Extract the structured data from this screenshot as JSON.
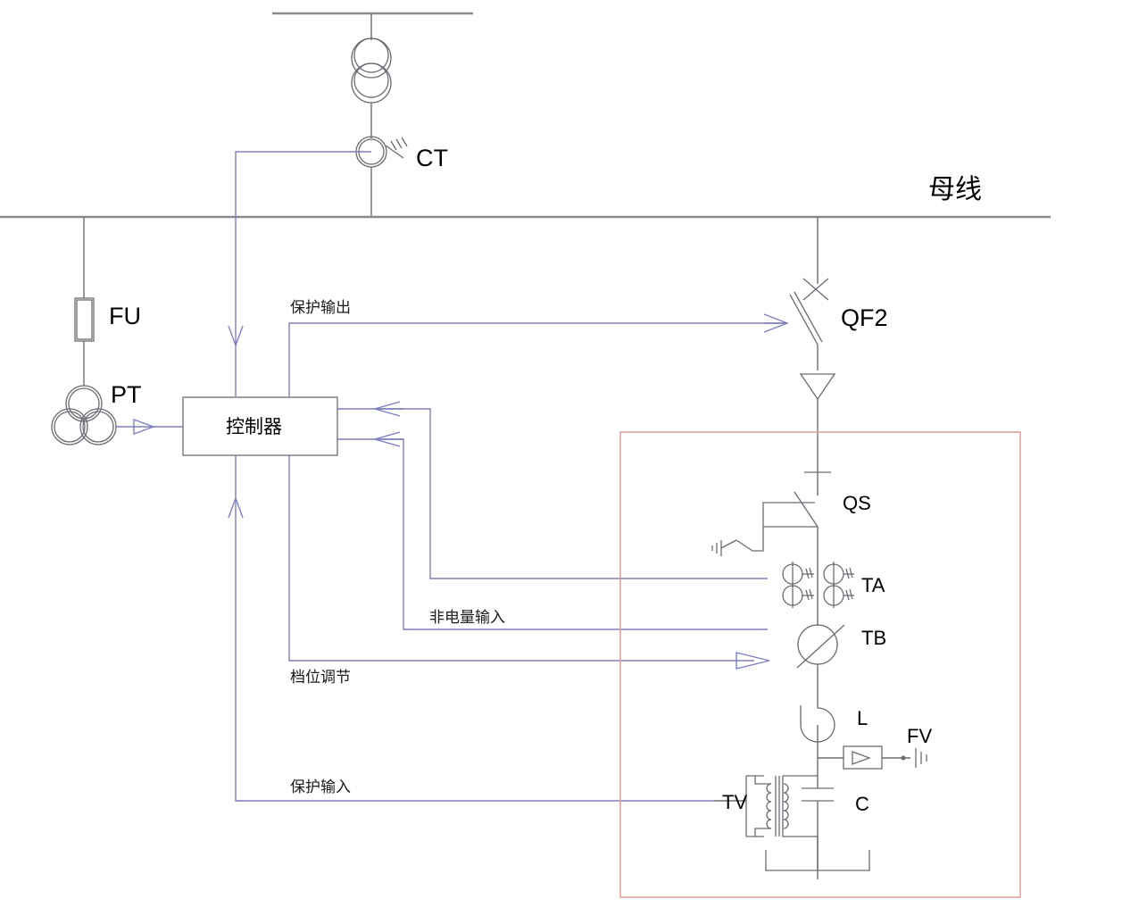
{
  "diagram": {
    "title_label": "母线",
    "controller": {
      "label": "控制器"
    },
    "signal_labels": {
      "protection_output": "保护输出",
      "non_electrical_input": "非电量输入",
      "tap_adjust": "档位调节",
      "protection_input": "保护输入"
    },
    "components": [
      {
        "id": "ct",
        "label": "CT"
      },
      {
        "id": "fu",
        "label": "FU"
      },
      {
        "id": "pt",
        "label": "PT"
      },
      {
        "id": "qf2",
        "label": "QF2"
      },
      {
        "id": "qs",
        "label": "QS"
      },
      {
        "id": "ta",
        "label": "TA"
      },
      {
        "id": "tb",
        "label": "TB"
      },
      {
        "id": "l",
        "label": "L"
      },
      {
        "id": "fv",
        "label": "FV"
      },
      {
        "id": "c",
        "label": "C"
      },
      {
        "id": "tv",
        "label": "TV"
      }
    ],
    "colors": {
      "wire": "#6b6b73",
      "signal": "#7f7fbf",
      "enclosure": "#e2a0a0",
      "busbar": "#8a8a90",
      "text": "#000000"
    }
  }
}
